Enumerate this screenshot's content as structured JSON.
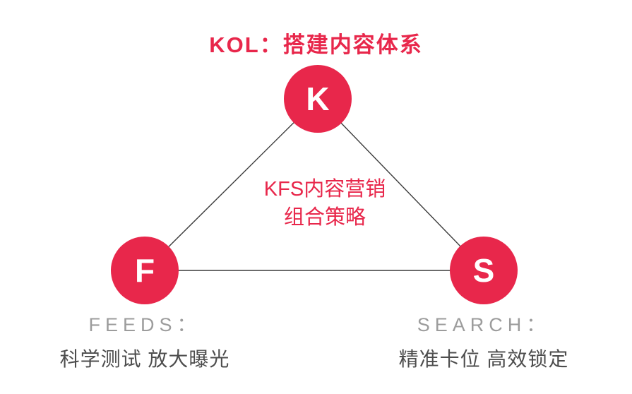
{
  "colors": {
    "accent": "#E8274B",
    "line": "#3a3a3a",
    "label_gray": "#9c9c9c",
    "label_dark": "#4d4d4d",
    "bg": "#ffffff"
  },
  "title": "KOL：搭建内容体系",
  "center_text": {
    "line1": "KFS内容营销",
    "line2": "组合策略"
  },
  "nodes": [
    {
      "id": "k",
      "letter": "K"
    },
    {
      "id": "f",
      "letter": "F"
    },
    {
      "id": "s",
      "letter": "S"
    }
  ],
  "labels": {
    "feeds": {
      "heading": "FEEDS：",
      "description": "科学测试 放大曝光"
    },
    "search": {
      "heading": "SEARCH：",
      "description": "精准卡位 高效锁定"
    }
  }
}
